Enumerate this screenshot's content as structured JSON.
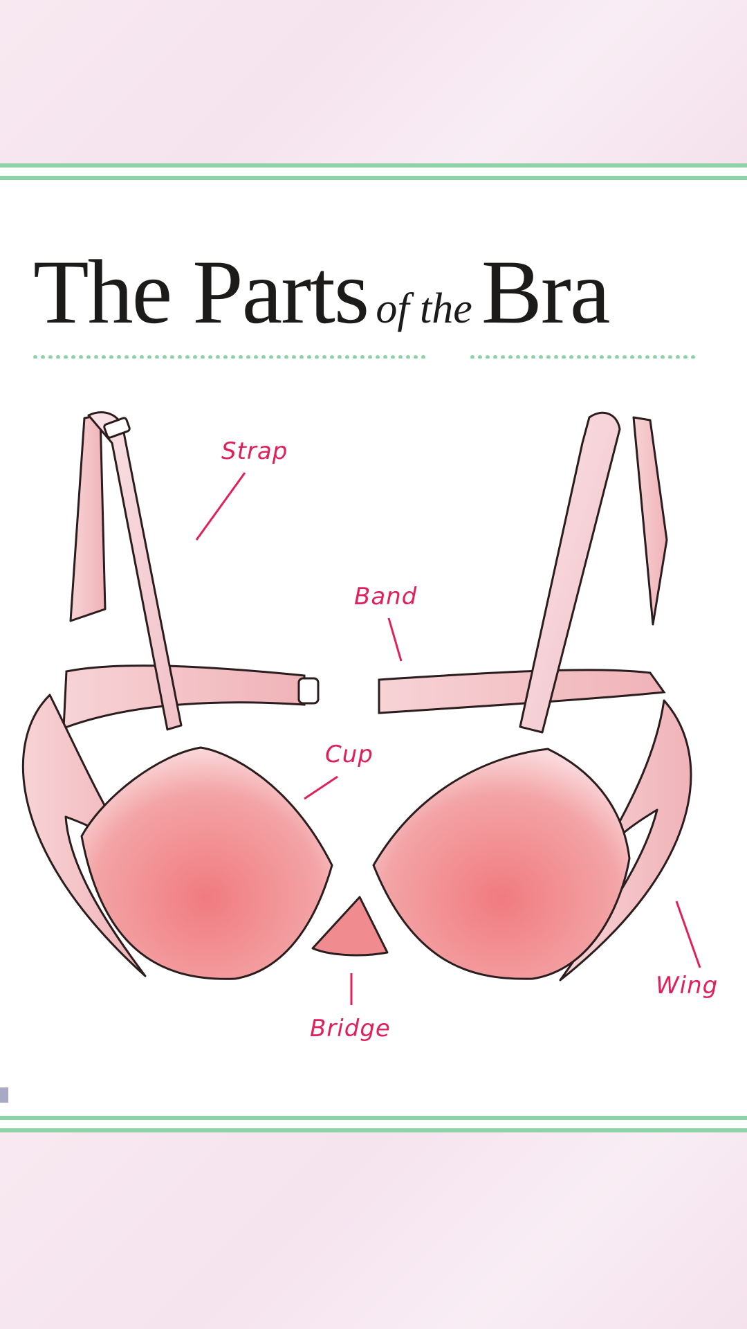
{
  "title": {
    "part1": "The Parts",
    "part2": "of the",
    "part3": "Bra"
  },
  "labels": {
    "strap": "Strap",
    "band": "Band",
    "cup": "Cup",
    "bridge": "Bridge",
    "wing": "Wing"
  },
  "colors": {
    "stripe": "#8fd1a8",
    "label": "#e0205a",
    "fabric": "#f2a6a9",
    "outline": "#2b1d1d"
  }
}
